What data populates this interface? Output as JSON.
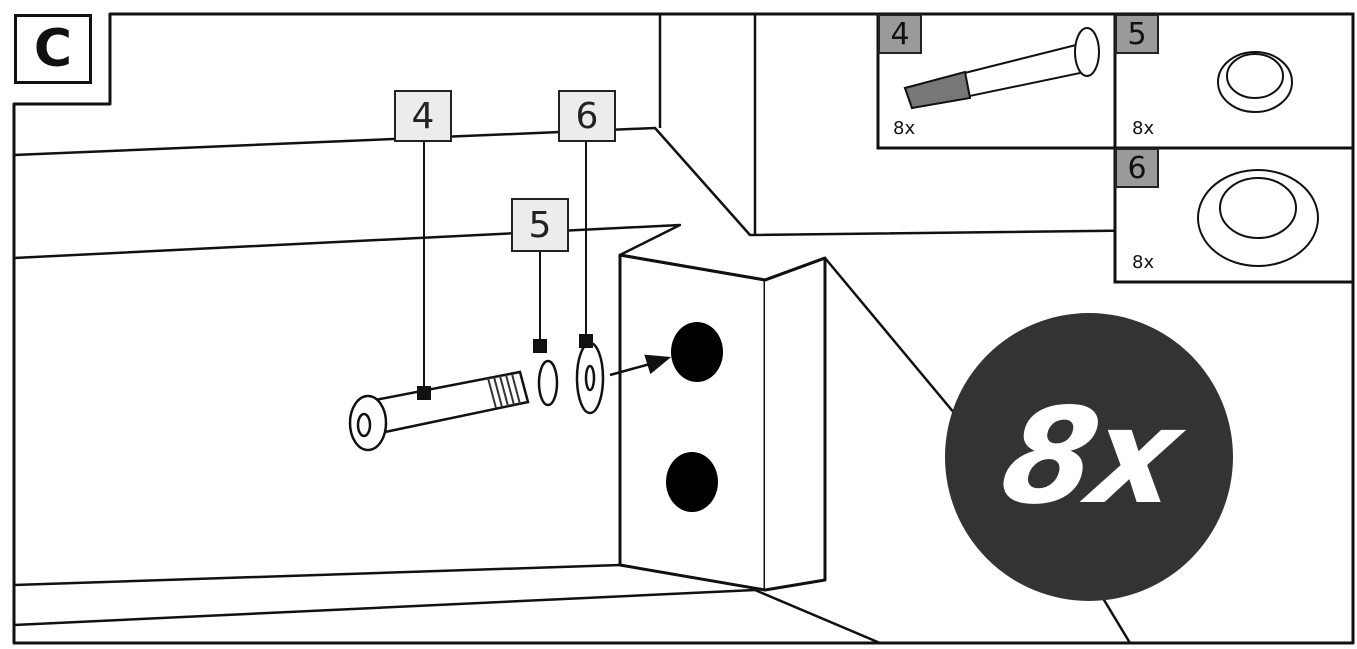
{
  "step": {
    "letter": "C"
  },
  "callouts": [
    {
      "number": "4"
    },
    {
      "number": "5"
    },
    {
      "number": "6"
    }
  ],
  "parts_list": [
    {
      "number": "4",
      "quantity": "8x",
      "icon": "bolt-icon"
    },
    {
      "number": "5",
      "quantity": "8x",
      "icon": "spring-washer-icon"
    },
    {
      "number": "6",
      "quantity": "8x",
      "icon": "flat-washer-icon"
    }
  ],
  "repeat_badge": {
    "text": "8x"
  }
}
